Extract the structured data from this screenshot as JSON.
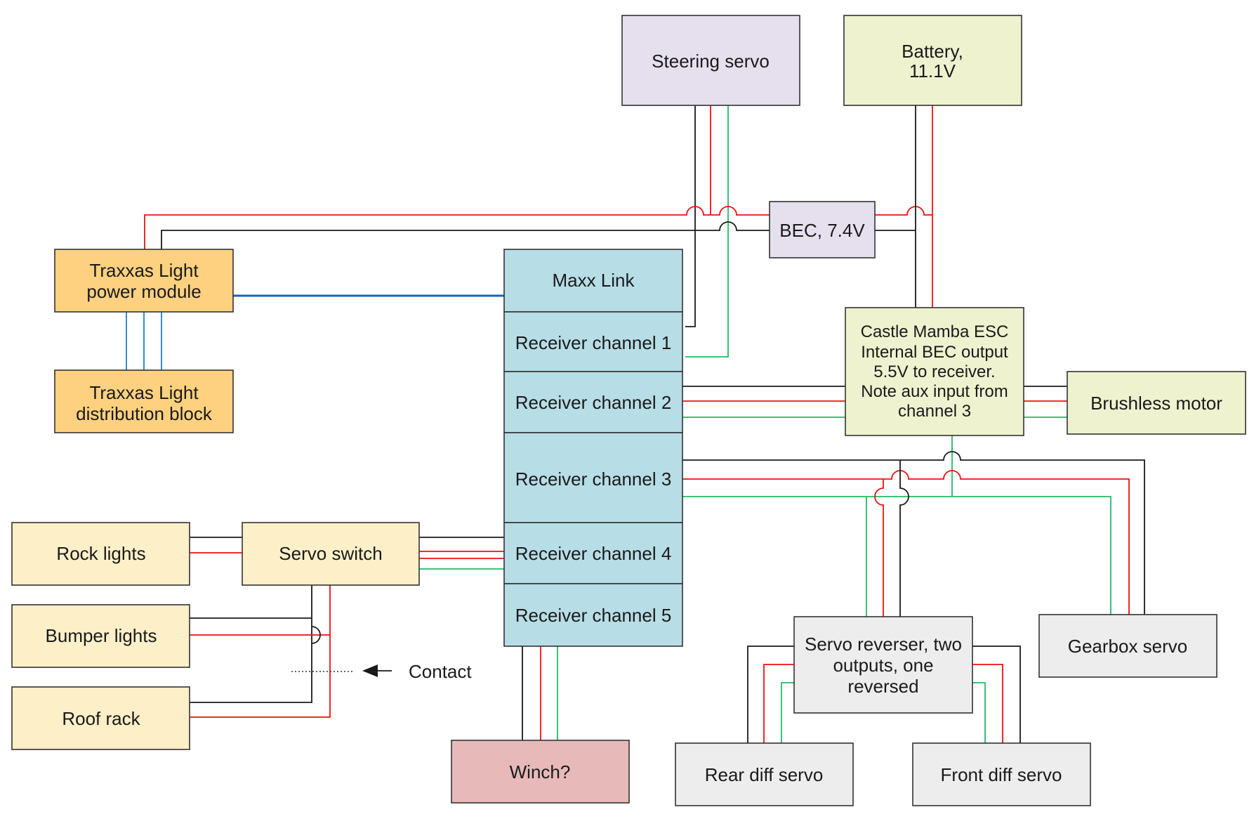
{
  "colors": {
    "purple_box": "#e6e0ee",
    "green_box": "#eff2cf",
    "orange_box": "#fdd17f",
    "blue_box": "#b7dde6",
    "cream_box": "#fdf0c8",
    "grey_box": "#ededed",
    "pink_box": "#e7b9b9",
    "wire_black": "#1a1a1a",
    "wire_red": "#ee1111",
    "wire_green": "#22bb66",
    "wire_blue": "#1f7fd0"
  },
  "nodes": {
    "steering_servo": {
      "lines": [
        "Steering servo"
      ]
    },
    "battery": {
      "lines": [
        "Battery,",
        "11.1V"
      ]
    },
    "bec": {
      "lines": [
        "BEC, 7.4V"
      ]
    },
    "traxxas_power": {
      "lines": [
        "Traxxas Light",
        "power module"
      ]
    },
    "traxxas_dist": {
      "lines": [
        "Traxxas Light",
        "distribution block"
      ]
    },
    "maxx_link": {
      "lines": [
        "Maxx Link"
      ]
    },
    "rx1": {
      "lines": [
        "Receiver channel 1"
      ]
    },
    "rx2": {
      "lines": [
        "Receiver channel 2"
      ]
    },
    "rx3": {
      "lines": [
        "Receiver channel 3"
      ]
    },
    "rx4": {
      "lines": [
        "Receiver channel 4"
      ]
    },
    "rx5": {
      "lines": [
        "Receiver channel 5"
      ]
    },
    "esc": {
      "lines": [
        "Castle Mamba ESC",
        "Internal BEC output",
        "5.5V to receiver.",
        "Note aux input from",
        "channel 3"
      ]
    },
    "brushless_motor": {
      "lines": [
        "Brushless motor"
      ]
    },
    "rock_lights": {
      "lines": [
        "Rock lights"
      ]
    },
    "servo_switch": {
      "lines": [
        "Servo switch"
      ]
    },
    "bumper_lights": {
      "lines": [
        "Bumper lights"
      ]
    },
    "roof_rack": {
      "lines": [
        "Roof rack"
      ]
    },
    "winch": {
      "lines": [
        "Winch?"
      ]
    },
    "servo_reverser": {
      "lines": [
        "Servo reverser, two",
        "outputs, one",
        "reversed"
      ]
    },
    "gearbox_servo": {
      "lines": [
        "Gearbox servo"
      ]
    },
    "rear_diff_servo": {
      "lines": [
        "Rear diff servo"
      ]
    },
    "front_diff_servo": {
      "lines": [
        "Front diff servo"
      ]
    }
  },
  "contact_label": "Contact"
}
